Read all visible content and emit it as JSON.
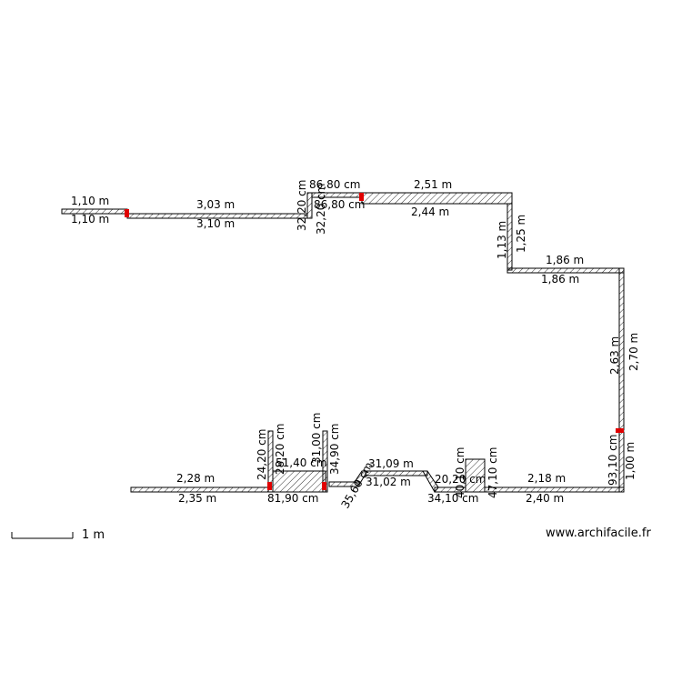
{
  "plan": {
    "scale_label": "1 m",
    "credit": "www.archifacile.fr",
    "dimension_labels": [
      "1,10 m",
      "1,10 m",
      "3,03 m",
      "3,10 m",
      "32,20 cm",
      "32,20 cm",
      "86,80 cm",
      "86,80 cm",
      "2,51 m",
      "2,44 m",
      "1,13 m",
      "1,25 m",
      "1,86 m",
      "1,86 m",
      "2,63 m",
      "2,70 m",
      "93,10 cm",
      "1,00 m",
      "2,18 m",
      "2,40 m",
      "2,28 m",
      "2,35 m",
      "24,20 cm",
      "28,20 cm",
      "51,40 cm",
      "81,90 cm",
      "31,00 cm",
      "34,90 cm",
      "35,60 cm",
      "31,09 m",
      "31,02 m",
      "20,20 cm",
      "34,10 cm",
      "40,10 cm",
      "47,10 cm"
    ]
  },
  "colors": {
    "wall_stroke": "#000000",
    "hatch": "#000000",
    "marker": "#e00000",
    "background": "#ffffff"
  }
}
